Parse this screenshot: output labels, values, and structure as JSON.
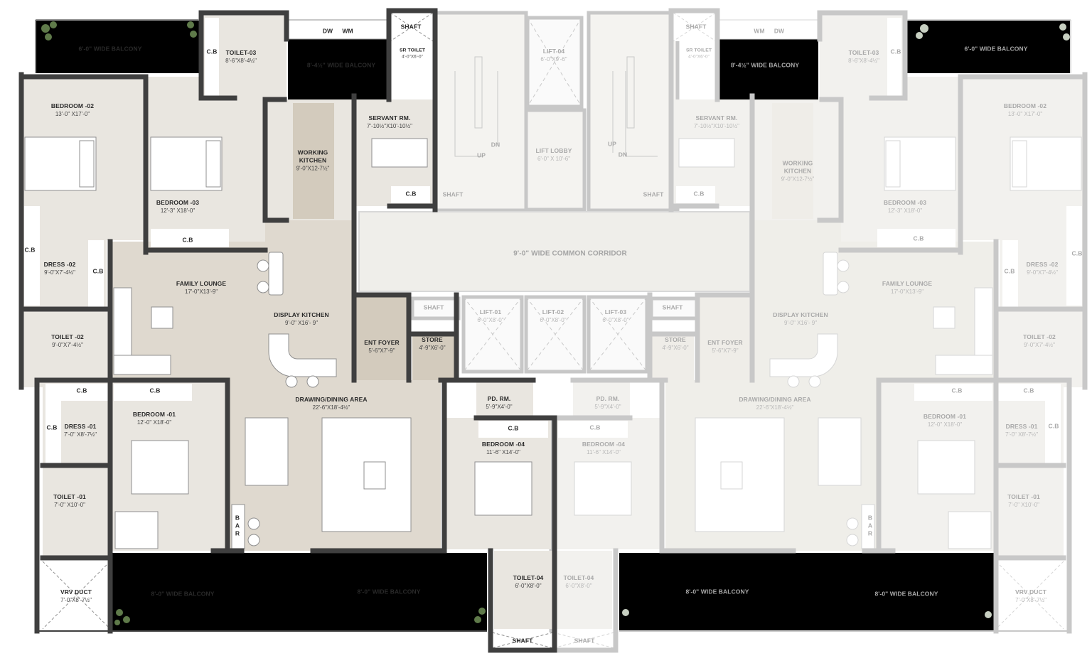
{
  "left_unit": {
    "rooms": [
      {
        "name": "6'-0\" WIDE BALCONY",
        "size": ""
      },
      {
        "name": "TOILET-03",
        "size": "8'-6\"X8'-4½\""
      },
      {
        "name": "C.B",
        "size": ""
      },
      {
        "name": "DW",
        "size": ""
      },
      {
        "name": "WM",
        "size": ""
      },
      {
        "name": "8'-4½\" WIDE BALCONY",
        "size": ""
      },
      {
        "name": "SHAFT",
        "size": ""
      },
      {
        "name": "SR TOILET",
        "size": "4'-0\"X6'-0\""
      },
      {
        "name": "BEDROOM -02",
        "size": "13'-0\" X17'-0\""
      },
      {
        "name": "BEDROOM -03",
        "size": "12'-3\" X18'-0\""
      },
      {
        "name": "WORKING",
        "size": "KITCHEN",
        "size2": "9'-0\"X12-7½\""
      },
      {
        "name": "SERVANT RM.",
        "size": "7'-10½\"X10'-10½\""
      },
      {
        "name": "C.B",
        "size": ""
      },
      {
        "name": "C.B",
        "size": ""
      },
      {
        "name": "C.B",
        "size": ""
      },
      {
        "name": "DRESS -02",
        "size": "9'-0\"X7'-4½\""
      },
      {
        "name": "C.B",
        "size": ""
      },
      {
        "name": "FAMILY LOUNGE",
        "size": "17'-0\"X13'-9\""
      },
      {
        "name": "DISPLAY KITCHEN",
        "size": "9'-0\" X16'- 9\""
      },
      {
        "name": "TOILET -02",
        "size": "9'-0\"X7'-4½\""
      },
      {
        "name": "ENT FOYER",
        "size": "5'-6\"X7'-9\""
      },
      {
        "name": "STORE",
        "size": "4'-9\"X6'-0\""
      },
      {
        "name": "C.B",
        "size": ""
      },
      {
        "name": "C.B",
        "size": ""
      },
      {
        "name": "DRAWING/DINING AREA",
        "size": "22'-6\"X18'-4½\""
      },
      {
        "name": "C.B",
        "size": ""
      },
      {
        "name": "DRESS -01",
        "size": "7'-0\" X8'-7½\""
      },
      {
        "name": "BEDROOM -01",
        "size": "12'-0\" X18'-0\""
      },
      {
        "name": "PD. RM.",
        "size": "5'-9\"X4'-0\""
      },
      {
        "name": "C.B",
        "size": ""
      },
      {
        "name": "BEDROOM -04",
        "size": "11'-6\" X14'-0\""
      },
      {
        "name": "TOILET -01",
        "size": "7'-0\" X10'-0\""
      },
      {
        "name": "VRV DUCT",
        "size": "7'-0\"X8'-7½\""
      },
      {
        "name": "8'-0\" WIDE BALCONY",
        "size": ""
      },
      {
        "name": "8'-0\" WIDE BALCONY",
        "size": ""
      },
      {
        "name": "TOILET-04",
        "size": "6'-0\"X8'-0\""
      },
      {
        "name": "SHAFT",
        "size": ""
      }
    ],
    "bar_letters": [
      "B",
      "A",
      "R"
    ]
  },
  "core": {
    "labels": [
      {
        "name": "LIFT-04",
        "size": "6'-0\"X9'-6\""
      },
      {
        "name": "LIFT LOBBY",
        "size": "6'-0\" X 10'-6\""
      },
      {
        "name": "UP",
        "size": ""
      },
      {
        "name": "DN",
        "size": ""
      },
      {
        "name": "UP",
        "size": ""
      },
      {
        "name": "DN",
        "size": ""
      },
      {
        "name": "SHAFT",
        "size": ""
      },
      {
        "name": "SHAFT",
        "size": ""
      },
      {
        "name": "9'-0\" WIDE  COMMON CORRIDOR",
        "size": ""
      },
      {
        "name": "SHAFT",
        "size": ""
      },
      {
        "name": "LIFT-01",
        "size": "6'-0\"X8'-0\""
      },
      {
        "name": "LIFT-02",
        "size": "6'-0\"X8'-0\""
      },
      {
        "name": "LIFT-03",
        "size": "6'-0\"X8'-0\""
      },
      {
        "name": "SHAFT",
        "size": ""
      }
    ]
  },
  "right_unit": {
    "rooms": [
      {
        "name": "SHAFT",
        "size": ""
      },
      {
        "name": "WM",
        "size": ""
      },
      {
        "name": "DW",
        "size": ""
      },
      {
        "name": "SR TOILET",
        "size": "4'-0\"X6'-0\""
      },
      {
        "name": "8'-4½\" WIDE BALCONY",
        "size": ""
      },
      {
        "name": "TOILET-03",
        "size": "8'-6\"X8'-4½\""
      },
      {
        "name": "C.B",
        "size": ""
      },
      {
        "name": "6'-0\" WIDE BALCONY",
        "size": ""
      },
      {
        "name": "SERVANT RM.",
        "size": "7'-10½\"X10'-10½\""
      },
      {
        "name": "BEDROOM -02",
        "size": "13'-0\" X17'-0\""
      },
      {
        "name": "WORKING",
        "size": "KITCHEN",
        "size2": "9'-0\"X12-7½\""
      },
      {
        "name": "BEDROOM -03",
        "size": "12'-3\" X18'-0\""
      },
      {
        "name": "C.B",
        "size": ""
      },
      {
        "name": "C.B",
        "size": ""
      },
      {
        "name": "C.B",
        "size": ""
      },
      {
        "name": "DRESS -02",
        "size": "9'-0\"X7'-4½\""
      },
      {
        "name": "C.B",
        "size": ""
      },
      {
        "name": "FAMILY LOUNGE",
        "size": "17'-0\"X13'-9\""
      },
      {
        "name": "DISPLAY KITCHEN",
        "size": "9'-0\" X16'- 9\""
      },
      {
        "name": "STORE",
        "size": "4'-9\"X6'-0\""
      },
      {
        "name": "ENT FOYER",
        "size": "5'-6\"X7'-9\""
      },
      {
        "name": "TOILET -02",
        "size": "9'-0\"X7'-4½\""
      },
      {
        "name": "DRAWING/DINING AREA",
        "size": "22'-6\"X18'-4½\""
      },
      {
        "name": "PD. RM.",
        "size": "5'-9\"X4'-0\""
      },
      {
        "name": "C.B",
        "size": ""
      },
      {
        "name": "BEDROOM -04",
        "size": "11'-6\" X14'-0\""
      },
      {
        "name": "C.B",
        "size": ""
      },
      {
        "name": "C.B",
        "size": ""
      },
      {
        "name": "BEDROOM -01",
        "size": "12'-0\" X18'-0\""
      },
      {
        "name": "DRESS -01",
        "size": "7'-0\" X8'-7½\""
      },
      {
        "name": "C.B",
        "size": ""
      },
      {
        "name": "TOILET -01",
        "size": "7'-0\" X10'-0\""
      },
      {
        "name": "TOILET-04",
        "size": "6'-0\"X8'-0\""
      },
      {
        "name": "8'-0\" WIDE BALCONY",
        "size": ""
      },
      {
        "name": "8'-0\" WIDE BALCONY",
        "size": ""
      },
      {
        "name": "VRV DUCT",
        "size": "7'-0\"X8'-7½\""
      },
      {
        "name": "SHAFT",
        "size": ""
      }
    ],
    "bar_letters": [
      "B",
      "A",
      "R"
    ]
  },
  "colors": {
    "wall_dark": "#3f3f3f",
    "wall_faint": "#c9c9c9",
    "floor_light": "#e9e6e0",
    "floor_mid": "#dfd9cf",
    "floor_dark": "#d3cbbd",
    "plant": "#5f7a4a"
  }
}
